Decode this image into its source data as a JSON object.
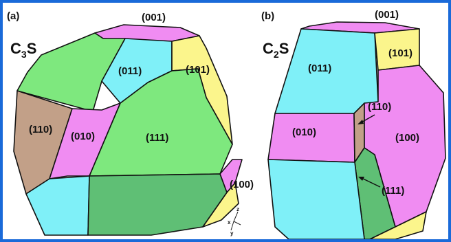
{
  "panel_a": {
    "tag": "(a)",
    "compound": {
      "base": "C",
      "sub": "3",
      "tail": "S"
    },
    "faces": {
      "f001": "(001)",
      "f011": "(011)",
      "f101": "(101)",
      "f110": "(110)",
      "f010": "(010)",
      "f111": "(111)",
      "f100": "(100)"
    },
    "axes": {
      "x": "x",
      "y": "y",
      "z": "z"
    }
  },
  "panel_b": {
    "tag": "(b)",
    "compound": {
      "base": "C",
      "sub": "2",
      "tail": "S"
    },
    "faces": {
      "f001": "(001)",
      "f011": "(011)",
      "f101": "(101)",
      "f110": "(110)",
      "f010": "(010)",
      "f100": "(100)",
      "f111": "(111)"
    }
  },
  "colors": {
    "frame": "#1a6ad9",
    "cyan": "#7ff0f8",
    "green": "#7ee87e",
    "dark_green": "#5fbf75",
    "yellow": "#fbf58c",
    "magenta": "#f08cf2",
    "brown": "#c2a088"
  }
}
